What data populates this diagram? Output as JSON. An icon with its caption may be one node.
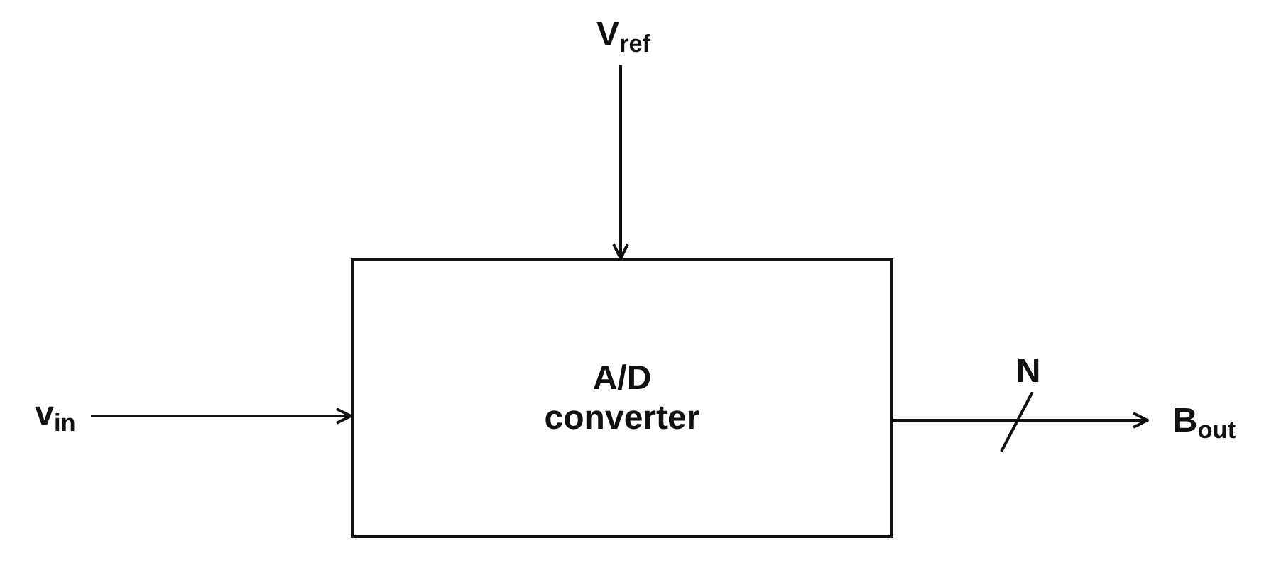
{
  "diagram": {
    "nodes": [
      {
        "text": [
          "V$_{ref}$"
        ]
      },
      {
        "text": [
          "A/D converter"
        ]
      },
      {
        "text": [
          "v$_{in}$"
        ]
      },
      {
        "text": [
          "B$_{out}$"
        ]
      }
    ],
    "edges": [
      {
        "from": 0,
        "to": 1,
        "arrow": "to"
      },
      {
        "from": 2,
        "to": 1,
        "arrow": "to"
      },
      {
        "from": 1,
        "to": 3,
        "arrow": "to",
        "label": "N"
      }
    ]
  }
}
